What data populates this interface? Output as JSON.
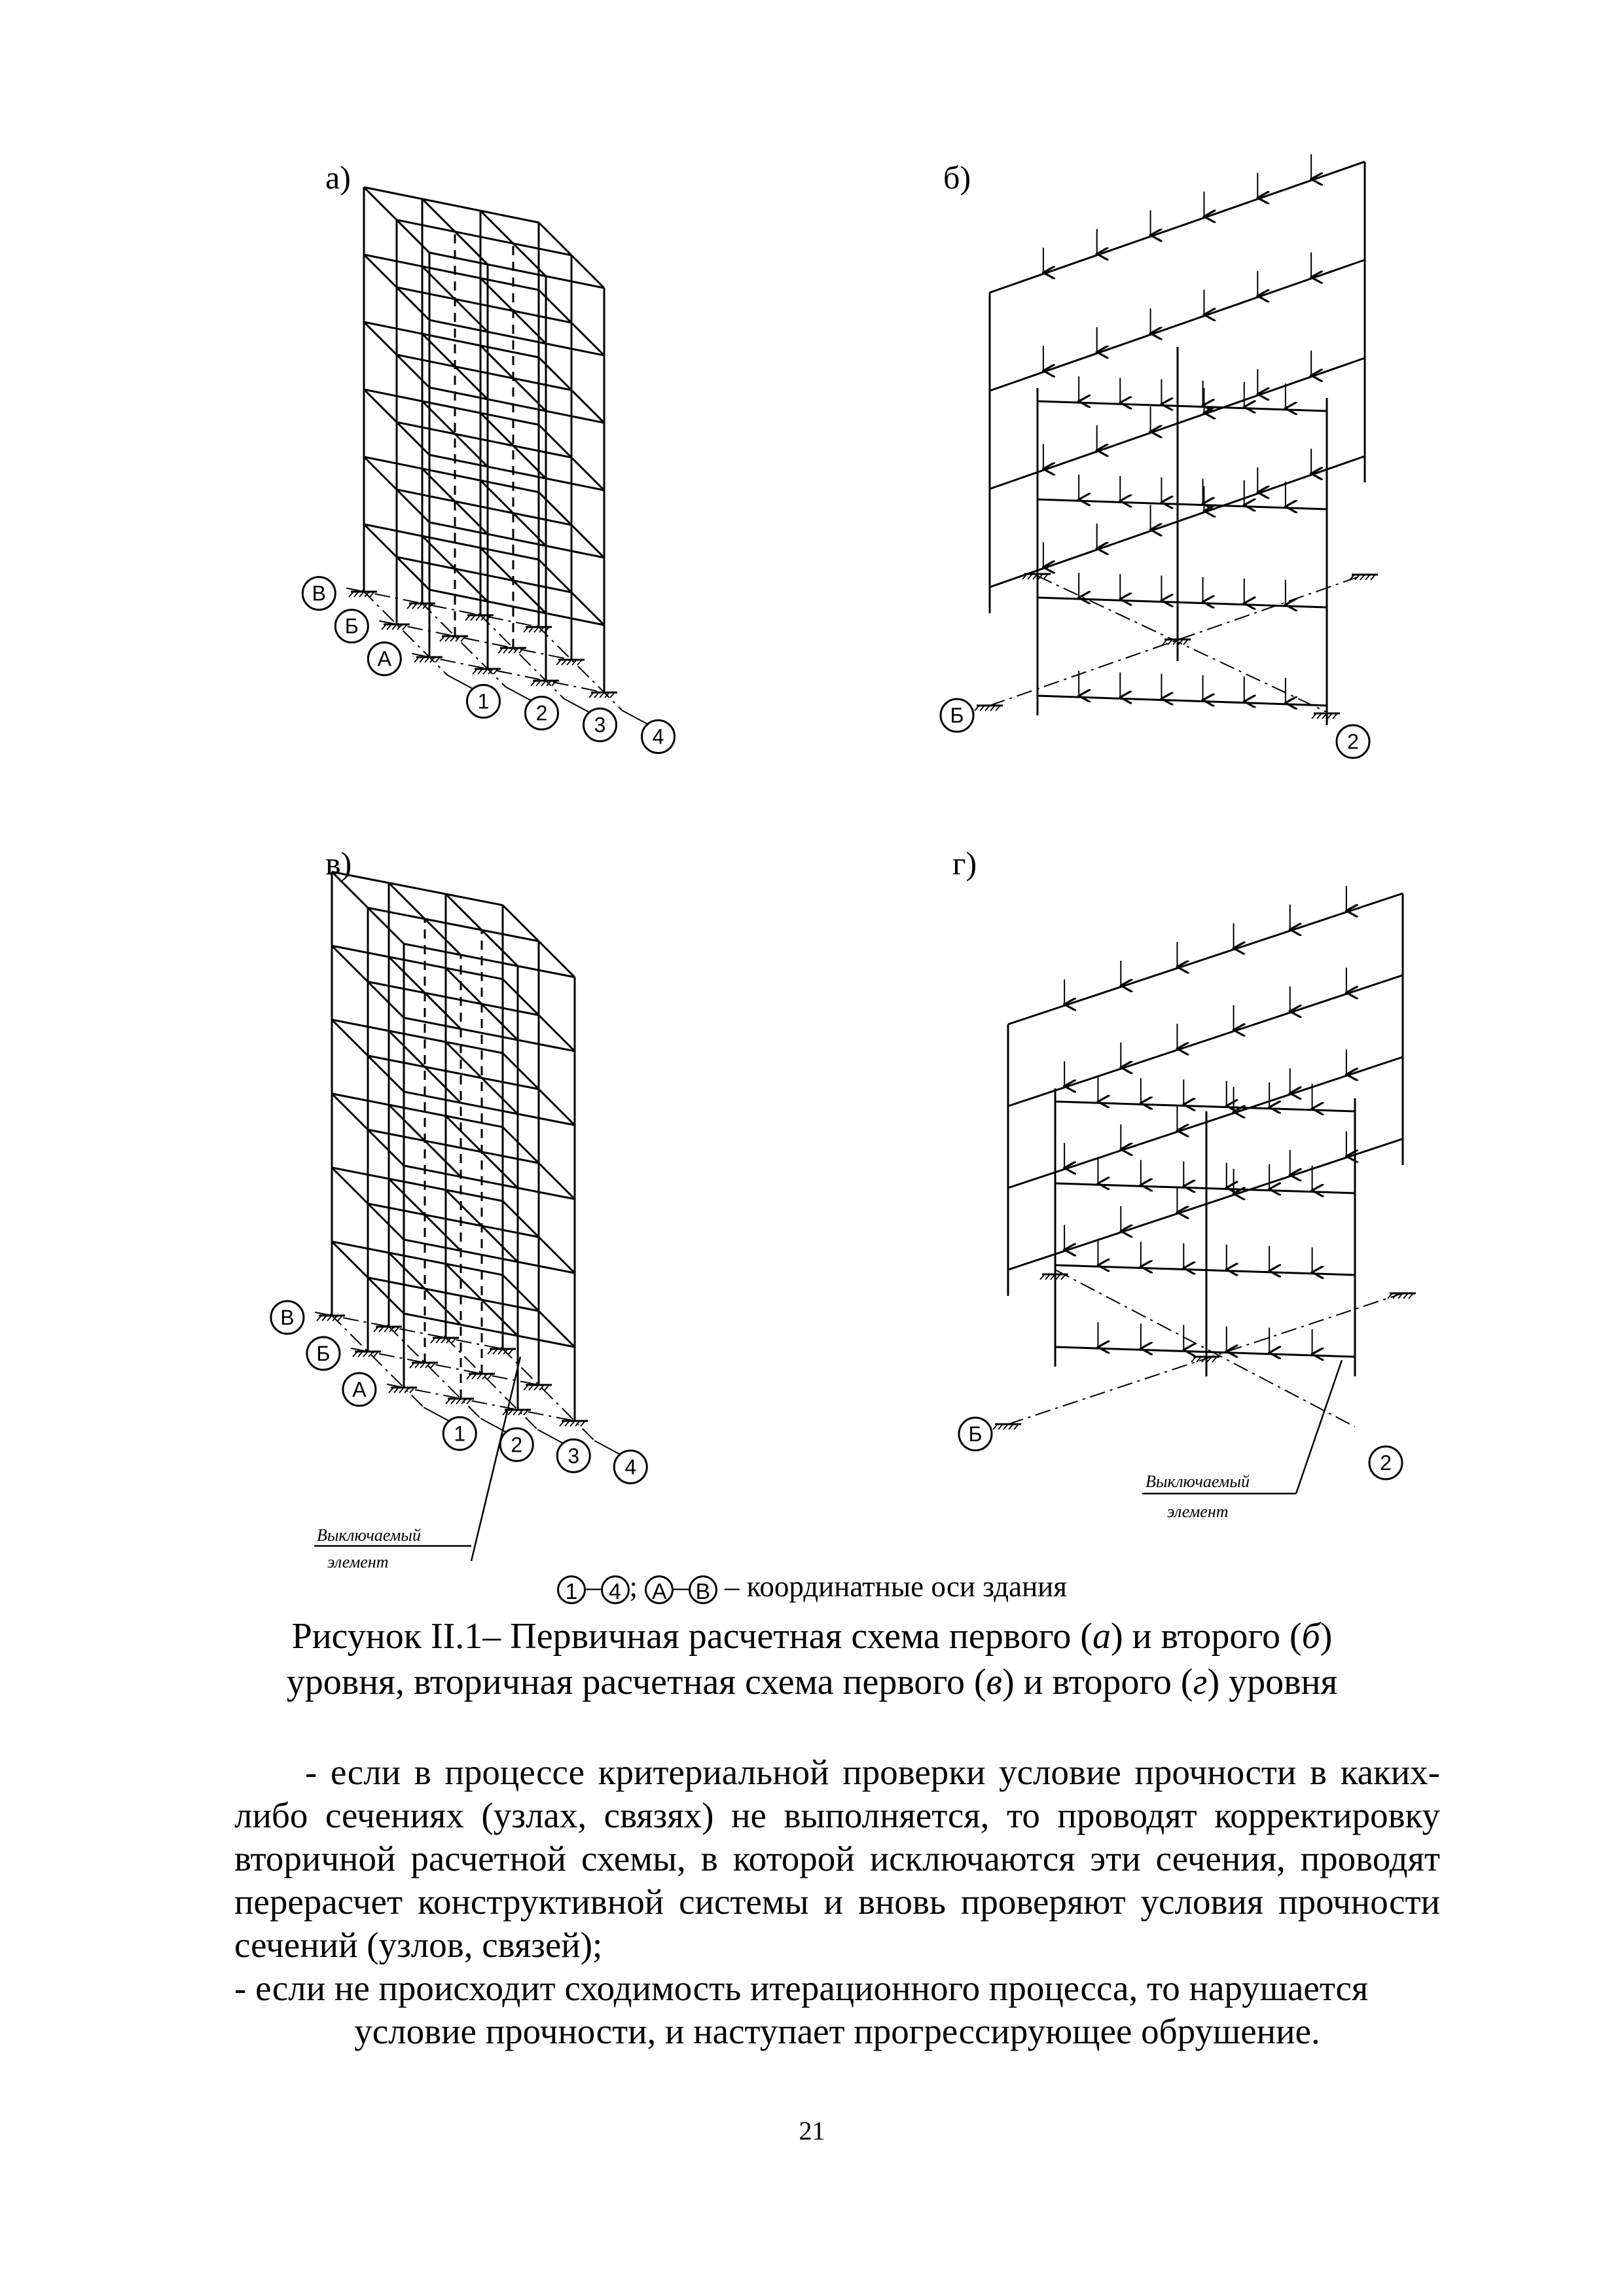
{
  "panels": [
    {
      "label": "а)"
    },
    {
      "label": "б)"
    },
    {
      "label": "в)"
    },
    {
      "label": "г)"
    }
  ],
  "axes": {
    "rows": [
      "В",
      "Б",
      "А"
    ],
    "cols": [
      "1",
      "2",
      "3",
      "4"
    ],
    "frame_rows": [
      "Б"
    ],
    "frame_cols": [
      "2"
    ]
  },
  "note": {
    "line1": "Выключаемый",
    "line2": "элемент"
  },
  "legend": {
    "num_from": "1",
    "num_to": "4",
    "let_from": "А",
    "let_to": "В",
    "text": "– координатные оси здания"
  },
  "caption": {
    "line1_a": "Рисунок II.1– Первичная расчетная схема первого (",
    "line1_b": "а",
    "line1_c": ") и второго (",
    "line1_d": "б",
    "line1_e": ")",
    "line2_a": "уровня, вторичная расчетная схема первого (",
    "line2_b": "в",
    "line2_c": ") и второго (",
    "line2_d": "г",
    "line2_e": ") уровня"
  },
  "body": {
    "para1": "- если в процессе критериальной проверки условие прочности в каких-либо сечениях (узлах, связях) не выполняется, то проводят корректировку вторичной расчетной схемы, в которой исключаются эти сечения, проводят перерасчет конструктивной системы и вновь проверяют условия прочности сечений (узлов, связей);",
    "para2": "- если не происходит сходимость итерационного процесса, то нарушается",
    "para2b": "условие прочности, и наступает прогрессирующее обрушение."
  },
  "page_number": "21"
}
